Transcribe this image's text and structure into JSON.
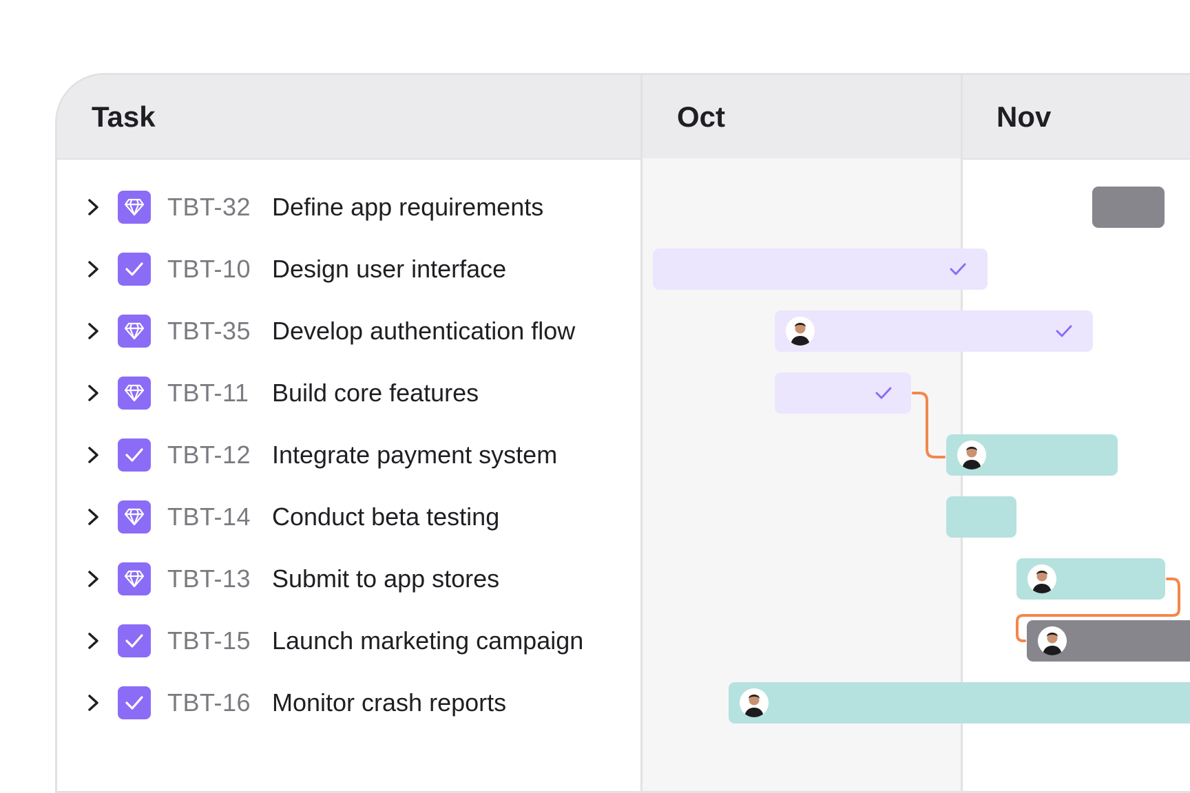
{
  "header": {
    "task_label": "Task",
    "months": [
      "Oct",
      "Nov"
    ]
  },
  "tasks": [
    {
      "key": "TBT-32",
      "name": "Define app requirements",
      "icon": "gem-icon"
    },
    {
      "key": "TBT-10",
      "name": "Design user interface",
      "icon": "check-icon"
    },
    {
      "key": "TBT-35",
      "name": "Develop authentication flow",
      "icon": "gem-icon"
    },
    {
      "key": "TBT-11",
      "name": "Build core features",
      "icon": "gem-icon"
    },
    {
      "key": "TBT-12",
      "name": "Integrate payment system",
      "icon": "check-icon"
    },
    {
      "key": "TBT-14",
      "name": "Conduct beta testing",
      "icon": "gem-icon"
    },
    {
      "key": "TBT-13",
      "name": "Submit to app stores",
      "icon": "gem-icon"
    },
    {
      "key": "TBT-15",
      "name": "Launch marketing campaign",
      "icon": "check-icon"
    },
    {
      "key": "TBT-16",
      "name": "Monitor crash reports",
      "icon": "check-icon"
    }
  ],
  "colors": {
    "accent": "#8b6cf6",
    "bar_lilac": "#ebe6fd",
    "bar_teal": "#b5e2de",
    "bar_gray": "#86868c",
    "dependency": "#f2874a",
    "header_bg": "#ebebed"
  }
}
